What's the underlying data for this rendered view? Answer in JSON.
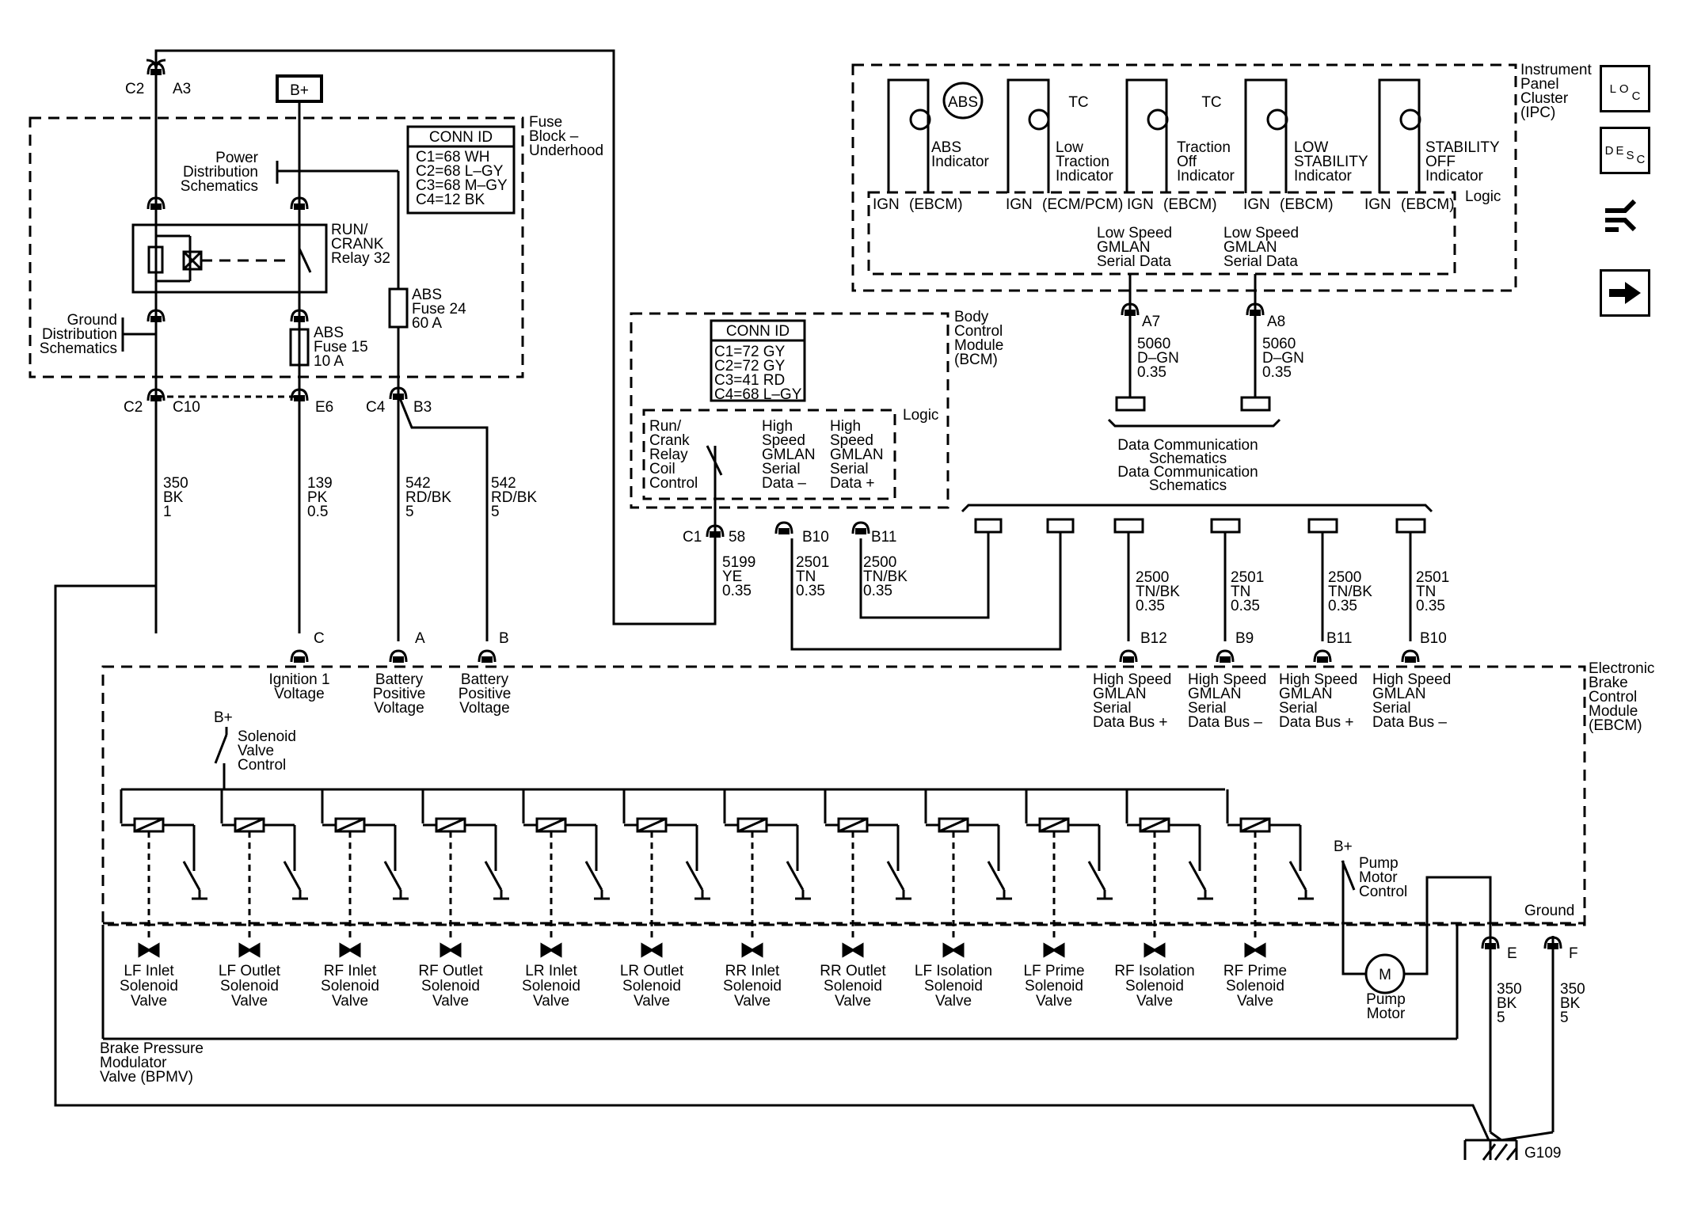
{
  "fuse_block": {
    "title": [
      "Fuse",
      "Block –",
      "Underhood"
    ],
    "b_plus": "B+",
    "conn_id_title": "CONN ID",
    "conn_id": [
      "C1=68 WH",
      "C2=68 L–GY",
      "C3=68 M–GY",
      "C4=12 BK"
    ],
    "power_distribution": [
      "Power",
      "Distribution",
      "Schematics"
    ],
    "ground_distribution": [
      "Ground",
      "Distribution",
      "Schematics"
    ],
    "relay": [
      "RUN/",
      "CRANK",
      "Relay 32"
    ],
    "fuse15": [
      "ABS",
      "Fuse 15",
      "10 A"
    ],
    "fuse24": [
      "ABS",
      "Fuse 24",
      "60 A"
    ],
    "conn_c2_top": "C2",
    "pin_a3": "A3",
    "conn_c2_bottom": "C2",
    "pin_c10": "C10",
    "pin_e6": "E6",
    "conn_c4": "C4",
    "pin_b3": "B3"
  },
  "wires": {
    "w350_bk_1": [
      "350",
      "BK",
      "1"
    ],
    "w139_pk": [
      "139",
      "PK",
      "0.5"
    ],
    "w542_a": [
      "542",
      "RD/BK",
      "5"
    ],
    "w542_b": [
      "542",
      "RD/BK",
      "5"
    ],
    "w5199": [
      "5199",
      "YE",
      "0.35"
    ],
    "w2501_bcm": [
      "2501",
      "TN",
      "0.35"
    ],
    "w2500_bcm": [
      "2500",
      "TN/BK",
      "0.35"
    ],
    "w5060_a7": [
      "5060",
      "D–GN",
      "0.35"
    ],
    "w5060_a8": [
      "5060",
      "D–GN",
      "0.35"
    ],
    "w2500_b12": [
      "2500",
      "TN/BK",
      "0.35"
    ],
    "w2501_b9": [
      "2501",
      "TN",
      "0.35"
    ],
    "w2500_b11": [
      "2500",
      "TN/BK",
      "0.35"
    ],
    "w2501_b10": [
      "2501",
      "TN",
      "0.35"
    ],
    "w350_e": [
      "350",
      "BK",
      "5"
    ],
    "w350_f": [
      "350",
      "BK",
      "5"
    ]
  },
  "ipc": {
    "title": [
      "Instrument",
      "Panel",
      "Cluster",
      "(IPC)"
    ],
    "logic": "Logic",
    "indicators": [
      {
        "label": [
          "ABS",
          "Indicator"
        ],
        "ign": "IGN",
        "src": "(EBCM)",
        "symbol": "ABS"
      },
      {
        "label": [
          "Low",
          "Traction",
          "Indicator"
        ],
        "ign": "IGN",
        "src": "(ECM/PCM)",
        "symbol": "TC"
      },
      {
        "label": [
          "Traction",
          "Off",
          "Indicator"
        ],
        "ign": "IGN",
        "src": "(EBCM)",
        "symbol": "TC"
      },
      {
        "label": [
          "LOW",
          "STABILITY",
          "Indicator"
        ],
        "ign": "IGN",
        "src": "(EBCM)",
        "symbol": ""
      },
      {
        "label": [
          "STABILITY",
          "OFF",
          "Indicator"
        ],
        "ign": "IGN",
        "src": "(EBCM)",
        "symbol": ""
      }
    ],
    "lan1": [
      "Low Speed",
      "GMLAN",
      "Serial Data"
    ],
    "lan2": [
      "Low Speed",
      "GMLAN",
      "Serial Data"
    ],
    "pin_a7": "A7",
    "pin_a8": "A8"
  },
  "data_comm": [
    "Data Communication",
    "Schematics",
    "Data Communication",
    "Schematics"
  ],
  "bcm": {
    "title": [
      "Body",
      "Control",
      "Module",
      "(BCM)"
    ],
    "conn_id_title": "CONN ID",
    "conn_id": [
      "C1=72 GY",
      "C2=72 GY",
      "C3=41 RD",
      "C4=68 L–GY"
    ],
    "logic": "Logic",
    "relay_ctl": [
      "Run/",
      "Crank",
      "Relay",
      "Coil",
      "Control"
    ],
    "hs_minus": [
      "High",
      "Speed",
      "GMLAN",
      "Serial",
      "Data –"
    ],
    "hs_plus": [
      "High",
      "Speed",
      "GMLAN",
      "Serial",
      "Data +"
    ],
    "conn_c1": "C1",
    "pin_58": "58",
    "pin_b10": "B10",
    "pin_b11": "B11"
  },
  "ebcm": {
    "title": [
      "Electronic",
      "Brake",
      "Control",
      "Module",
      "(EBCM)"
    ],
    "pin_c": "C",
    "pin_a": "A",
    "pin_b": "B",
    "ign1": [
      "Ignition 1",
      "Voltage"
    ],
    "batt_a": [
      "Battery",
      "Positive",
      "Voltage"
    ],
    "batt_b": [
      "Battery",
      "Positive",
      "Voltage"
    ],
    "pins_hs": [
      "B12",
      "B9",
      "B11",
      "B10"
    ],
    "hs_labels": [
      [
        "High Speed",
        "GMLAN",
        "Serial",
        "Data Bus +"
      ],
      [
        "High Speed",
        "GMLAN",
        "Serial",
        "Data Bus –"
      ],
      [
        "High Speed",
        "GMLAN",
        "Serial",
        "Data Bus +"
      ],
      [
        "High Speed",
        "GMLAN",
        "Serial",
        "Data Bus –"
      ]
    ],
    "b_plus_solenoid": "B+",
    "solenoid_ctl": [
      "Solenoid",
      "Valve",
      "Control"
    ],
    "b_plus_pump": "B+",
    "pump_ctl": [
      "Pump",
      "Motor",
      "Control"
    ],
    "pump_motor": [
      "Pump",
      "Motor"
    ],
    "motor_symbol": "M",
    "ground": "Ground",
    "pin_e": "E",
    "pin_f": "F",
    "ground_id": "G109"
  },
  "bpmv": {
    "title": [
      "Brake Pressure",
      "Modulator",
      "Valve (BPMV)"
    ],
    "valves": [
      [
        "LF Inlet",
        "Solenoid",
        "Valve"
      ],
      [
        "LF Outlet",
        "Solenoid",
        "Valve"
      ],
      [
        "RF Inlet",
        "Solenoid",
        "Valve"
      ],
      [
        "RF Outlet",
        "Solenoid",
        "Valve"
      ],
      [
        "LR Inlet",
        "Solenoid",
        "Valve"
      ],
      [
        "LR Outlet",
        "Solenoid",
        "Valve"
      ],
      [
        "RR Inlet",
        "Solenoid",
        "Valve"
      ],
      [
        "RR Outlet",
        "Solenoid",
        "Valve"
      ],
      [
        "LF Isolation",
        "Solenoid",
        "Valve"
      ],
      [
        "LF Prime",
        "Solenoid",
        "Valve"
      ],
      [
        "RF Isolation",
        "Solenoid",
        "Valve"
      ],
      [
        "RF Prime",
        "Solenoid",
        "Valve"
      ]
    ]
  },
  "nav": {
    "loc": [
      "L",
      "O",
      "C"
    ],
    "desc": [
      "D",
      "E",
      "S",
      "C"
    ]
  }
}
